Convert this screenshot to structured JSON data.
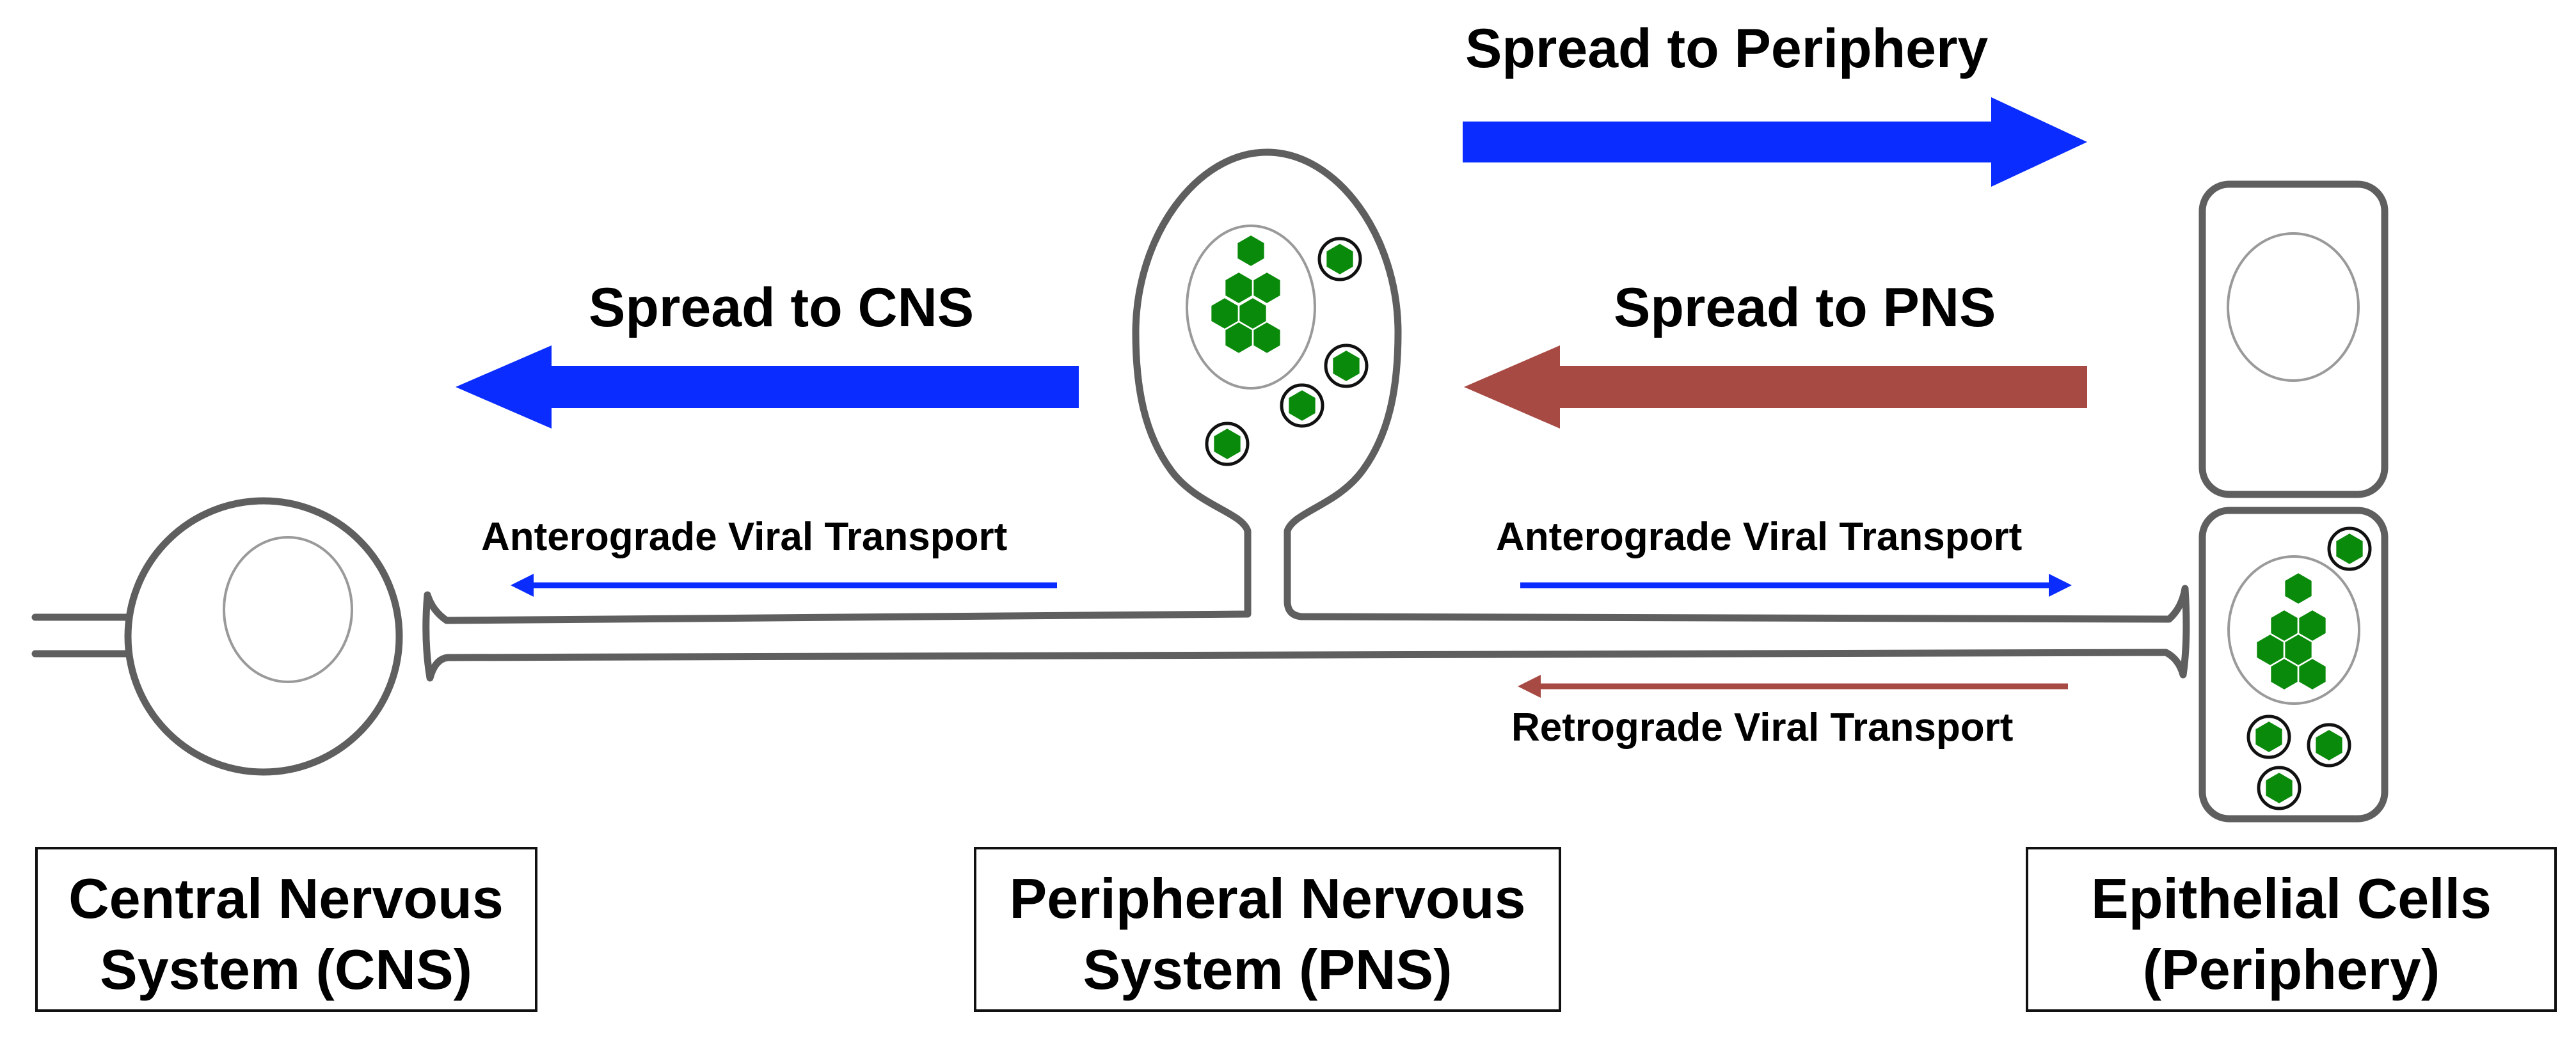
{
  "colors": {
    "blue_arrow": "#0a2cff",
    "red_arrow": "#a84a44",
    "virus_green": "#0a8a0a",
    "membrane_gray": "#5f5f5f"
  },
  "arrows": {
    "spread_to_periphery": "Spread to Periphery",
    "spread_to_cns": "Spread to CNS",
    "spread_to_pns": "Spread to PNS"
  },
  "transport": {
    "anterograde_left": "Anterograde Viral Transport",
    "anterograde_right": "Anterograde Viral Transport",
    "retrograde": "Retrograde Viral Transport"
  },
  "boxes": {
    "cns": {
      "line1": "Central Nervous",
      "line2": "System (CNS)"
    },
    "pns": {
      "line1": "Peripheral Nervous",
      "line2": "System (PNS)"
    },
    "epithelial": {
      "line1": "Epithelial Cells",
      "line2": "(Periphery)"
    }
  }
}
